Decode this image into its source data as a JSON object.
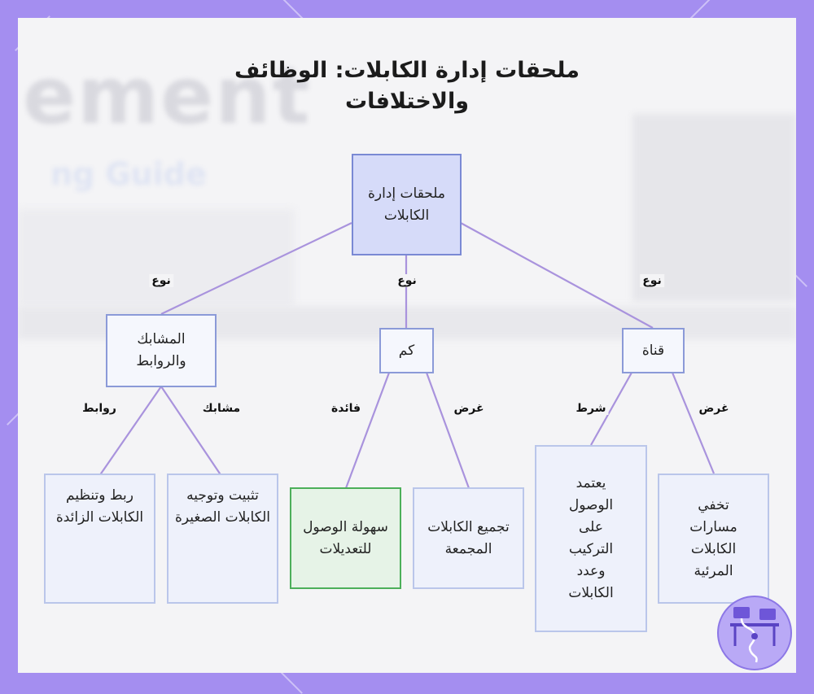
{
  "title": "ملحقات إدارة الكابلات: الوظائف والاختلافات",
  "background_text": {
    "main": "ement",
    "sub": "ng Guide"
  },
  "colors": {
    "frame": "#a48ef0",
    "edge": "#a993dd",
    "root_fill": "#d6dbf9",
    "highlight_border": "#4caf5a"
  },
  "nodes": {
    "root": "ملحقات إدارة الكابلات",
    "clips_ties": "المشابك والروابط",
    "sleeve": "كم",
    "channel": "قناة",
    "bundle_ties": "ربط وتنظيم الكابلات الزائدة",
    "clip_secure": "تثبيت وتوجيه الكابلات الصغيرة",
    "sleeve_access": "سهولة الوصول للتعديلات",
    "sleeve_bundle": "تجميع الكابلات المجمعة",
    "channel_condition": "يعتمد الوصول على التركيب وعدد الكابلات",
    "channel_hide": "تخفي مسارات الكابلات المرئية"
  },
  "edge_labels": {
    "type_left": "نوع",
    "type_mid": "نوع",
    "type_right": "نوع",
    "ties": "روابط",
    "clips": "مشابك",
    "benefit": "فائدة",
    "purpose_sleeve": "غرض",
    "condition": "شرط",
    "purpose_channel": "غرض"
  },
  "logo_icon": "cable-desk-logo-icon"
}
